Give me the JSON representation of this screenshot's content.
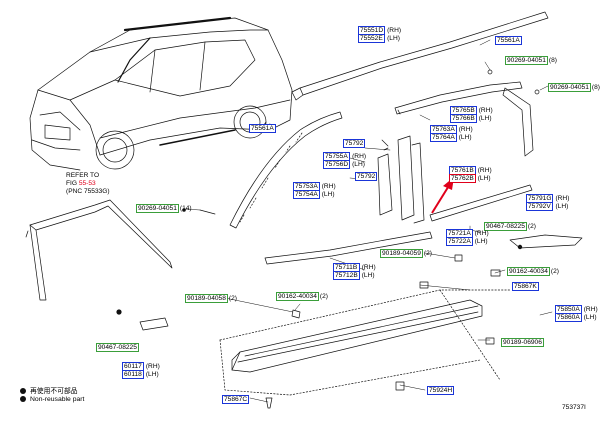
{
  "labels": {
    "p75551_75552": {
      "codes": [
        "75551D",
        "75552E"
      ],
      "sides": [
        "(RH)",
        "(LH)"
      ]
    },
    "p75561A_top": {
      "code": "75561A"
    },
    "p90269_04051_8_top": {
      "code": "90269-04051",
      "qty": "(8)"
    },
    "p90269_04051_8_right": {
      "code": "90269-04051",
      "qty": "(8)"
    },
    "p75561A_left": {
      "code": "75561A"
    },
    "p75765_75766": {
      "codes": [
        "75765B",
        "75766B"
      ],
      "sides": [
        "(RH)",
        "(LH)"
      ]
    },
    "p75792_a": {
      "code": "75792"
    },
    "p75763_75764": {
      "codes": [
        "75763A",
        "75764A"
      ],
      "sides": [
        "(RH)",
        "(LH)"
      ]
    },
    "p75755_75756": {
      "codes": [
        "75755A",
        "75756D"
      ],
      "sides": [
        "(RH)",
        "(LH)"
      ]
    },
    "p75792_b": {
      "code": "75792"
    },
    "p75761_75762": {
      "codes": [
        "75761B",
        "75762B"
      ],
      "sides": [
        "(RH)",
        "(LH)"
      ]
    },
    "p75753_75754": {
      "codes": [
        "75753A",
        "75754A"
      ],
      "sides": [
        "(RH)",
        "(LH)"
      ]
    },
    "p90269_04051_14": {
      "code": "90269-04051",
      "qty": "(14)"
    },
    "p75791_75792": {
      "codes": [
        "75791G",
        "75792V"
      ],
      "sides": [
        "(RH)",
        "(LH)"
      ]
    },
    "p90467_08225_2": {
      "code": "90467-08225",
      "qty": "(2)"
    },
    "p75721_75722": {
      "codes": [
        "75721A",
        "75722A"
      ],
      "sides": [
        "(RH)",
        "(LH)"
      ]
    },
    "p90189_04059": {
      "code": "90189-04059",
      "qty": "(2)"
    },
    "p90162_40034_top": {
      "code": "90162-40034",
      "qty": "(2)"
    },
    "p75711_75712": {
      "codes": [
        "75711B",
        "75712B"
      ],
      "sides": [
        "(RH)",
        "(LH)"
      ]
    },
    "p75867K": {
      "code": "75867K"
    },
    "p90189_04058": {
      "code": "90189-04058",
      "qty": "(2)"
    },
    "p90162_40034_mid": {
      "code": "90162-40034",
      "qty": "(2)"
    },
    "p75850_75860": {
      "codes": [
        "75850A",
        "75860A"
      ],
      "sides": [
        "(RH)",
        "(LH)"
      ]
    },
    "p90189_06906": {
      "code": "90189-06906"
    },
    "p90467_08225_left": {
      "code": "90467-08225"
    },
    "p60117_60118": {
      "codes": [
        "60117",
        "60118"
      ],
      "sides": [
        "(RH)",
        "(LH)"
      ]
    },
    "p75924H": {
      "code": "75924H"
    },
    "p75867C": {
      "code": "75867C"
    }
  },
  "refer": {
    "line1": "REFER TO",
    "fig_prefix": "FIG ",
    "fig": "55-53",
    "line3": "(PNC 75533G)"
  },
  "legend": {
    "item1": "再使用不可部品",
    "item2": "Non-reusable part"
  },
  "diagram_id": "753737I",
  "colors": {
    "code_border": "#1a35d8",
    "link_border": "#3a9e3a",
    "highlight": "#1a35d8",
    "arrow": "#e0001b"
  }
}
